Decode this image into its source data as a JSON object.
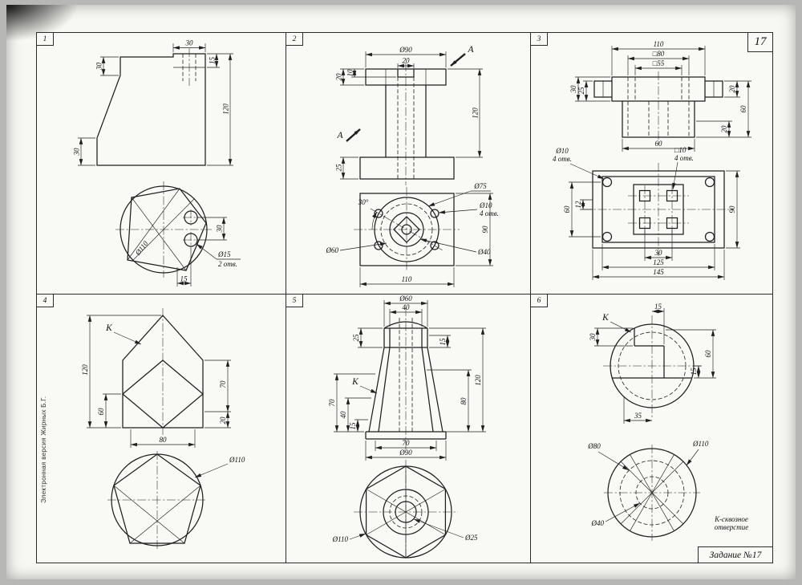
{
  "page": {
    "sheet_number": "17",
    "task_label": "Задание №17",
    "side_note": "Электронная версия Жирных Б.Г."
  },
  "c1": {
    "num": "1",
    "d_top30": "30",
    "d_r15": "15",
    "d_l30": "30",
    "d_r120": "120",
    "d_bl30": "30",
    "dia110": "Ø110",
    "hole_dia": "Ø15",
    "hole_cnt": "2 отв.",
    "d_30": "30",
    "d_15": "15"
  },
  "c2": {
    "num": "2",
    "dia90": "Ø90",
    "d20top": "20",
    "d10": "10",
    "d20l": "20",
    "d120": "120",
    "d25": "25",
    "sec": "A",
    "dia75": "Ø75",
    "dia10": "Ø10",
    "cnt4": "4 отв.",
    "ang30": "30°",
    "dia60": "Ø60",
    "dia40": "Ø40",
    "d110": "110",
    "d90": "90"
  },
  "c3": {
    "num": "3",
    "d110": "110",
    "sq80": "□80",
    "sq55": "□55",
    "d30l": "30",
    "d25l": "25",
    "d20r": "20",
    "d60r": "60",
    "d20r2": "20",
    "d60b": "60",
    "dia10": "Ø10",
    "cnt4a": "4 отв.",
    "sq10": "□10",
    "cnt4b": "4 отв.",
    "d60": "60",
    "d12": "12",
    "d90": "90",
    "d30": "30",
    "d125": "125",
    "d145": "145"
  },
  "c4": {
    "num": "4",
    "k": "К",
    "d120": "120",
    "d60": "60",
    "d70": "70",
    "d20": "20",
    "d80": "80",
    "dia110": "Ø110"
  },
  "c5": {
    "num": "5",
    "dia60": "Ø60",
    "d40t": "40",
    "d25": "25",
    "d15r": "15",
    "d120": "120",
    "d80": "80",
    "d70l": "70",
    "d40l": "40",
    "d15l": "15",
    "k": "К",
    "d70b": "70",
    "dia90": "Ø90",
    "dia110": "Ø110",
    "dia25": "Ø25"
  },
  "c6": {
    "num": "6",
    "k": "К",
    "d15t": "15",
    "d30": "30",
    "d60": "60",
    "d15r": "15",
    "d35": "35",
    "dia80": "Ø80",
    "dia110": "Ø110",
    "dia40": "Ø40",
    "note1": "К-сквозное",
    "note2": "отверстие"
  }
}
